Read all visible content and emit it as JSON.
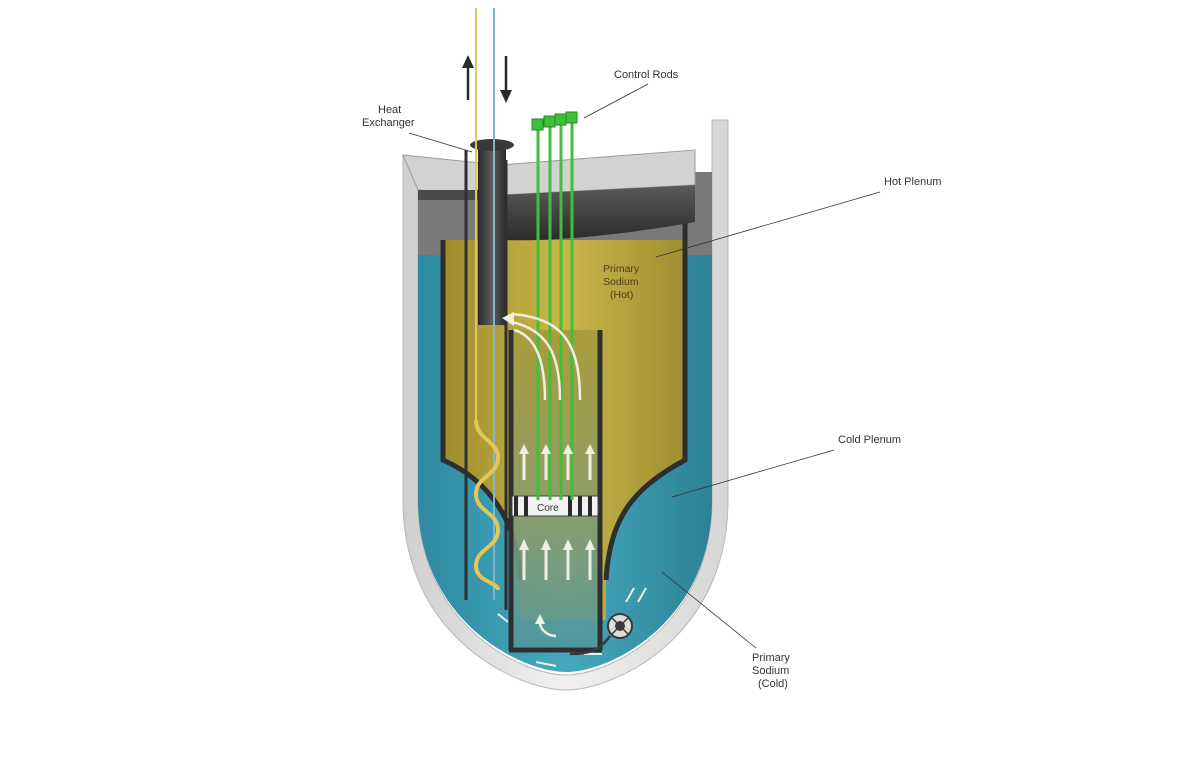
{
  "labels": {
    "heat_exchanger_line1": "Heat",
    "heat_exchanger_line2": "Exchanger",
    "control_rods": "Control Rods",
    "hot_plenum": "Hot Plenum",
    "cold_plenum": "Cold Plenum",
    "hot_sodium_line1": "Primary",
    "hot_sodium_line2": "Sodium",
    "hot_sodium_line3": "(Hot)",
    "cold_sodium_line1": "Primary",
    "cold_sodium_line2": "Sodium",
    "cold_sodium_line3": "(Cold)",
    "core": "Core"
  },
  "colors": {
    "vessel_wall": "#e8e8e6",
    "cold_sodium": "#3a9fb5",
    "hot_sodium": "#b7a43a",
    "control_rod": "#3fbf3a",
    "structure_dark": "#3d3d3d",
    "heat_exchanger_tube": "#e3c65a"
  },
  "icons": {
    "flow_out_arrow": "arrow-up-icon",
    "flow_in_arrow": "arrow-down-icon",
    "pump": "pump-icon"
  }
}
